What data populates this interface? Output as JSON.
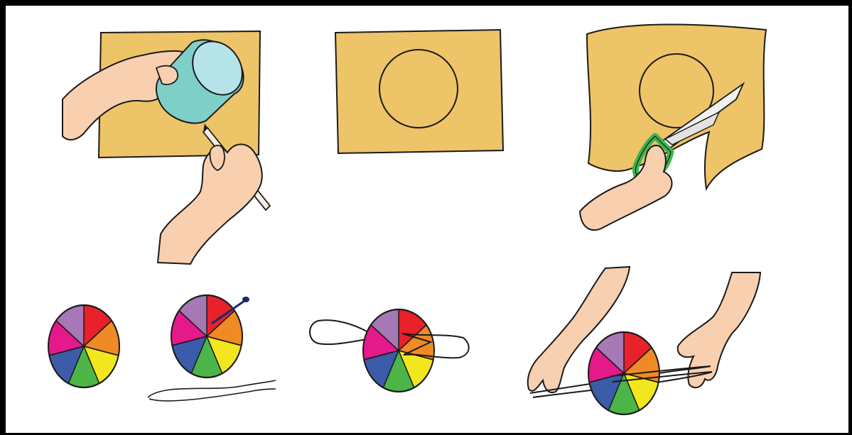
{
  "figure": {
    "steps": [
      {
        "id": "trace-circle",
        "icon": "trace-cup-on-card-illustration"
      },
      {
        "id": "circle-drawn",
        "icon": "card-with-circle-illustration"
      },
      {
        "id": "cut-circle",
        "icon": "scissors-cutting-circle-illustration"
      },
      {
        "id": "color-wheel",
        "icon": "color-wheel-illustration"
      },
      {
        "id": "pierce-holes",
        "icon": "pin-through-wheel-illustration"
      },
      {
        "id": "thread-string",
        "icon": "string-through-wheel-illustration"
      },
      {
        "id": "spin-wheel",
        "icon": "hands-spinning-wheel-illustration"
      }
    ],
    "colors": {
      "card": "#EEC468",
      "skin": "#F8D0B0",
      "cup": "#7FCFC9",
      "cup_top": "#B6E3E8",
      "scissor_handle": "#3DB54A",
      "pin": "#1B2A6B",
      "outline": "#1a1a1a"
    },
    "wheel_colors": [
      "#E8212B",
      "#F08A24",
      "#F2E71E",
      "#4DB547",
      "#3C5BA8",
      "#E6198B",
      "#A678B6"
    ]
  }
}
